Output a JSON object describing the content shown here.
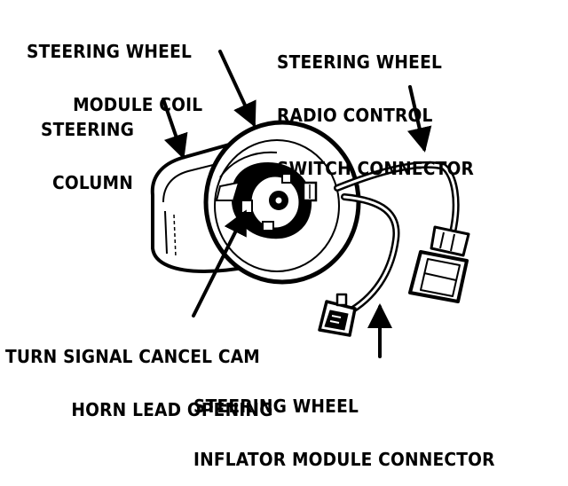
{
  "labels": {
    "module_coil": [
      "STEERING WHEEL",
      "MODULE COIL"
    ],
    "steering_column": [
      "STEERING",
      "COLUMN"
    ],
    "radio_switch_connector": [
      "STEERING WHEEL",
      "RADIO CONTROL",
      "SWITCH CONNECTOR"
    ],
    "cancel_cam": [
      "TURN SIGNAL CANCEL CAM",
      "HORN LEAD OPENING"
    ],
    "inflator_connector": [
      "STEERING WHEEL",
      "INFLATOR MODULE CONNECTOR"
    ]
  },
  "colors": {
    "ink": "#000000",
    "paper": "#ffffff"
  }
}
